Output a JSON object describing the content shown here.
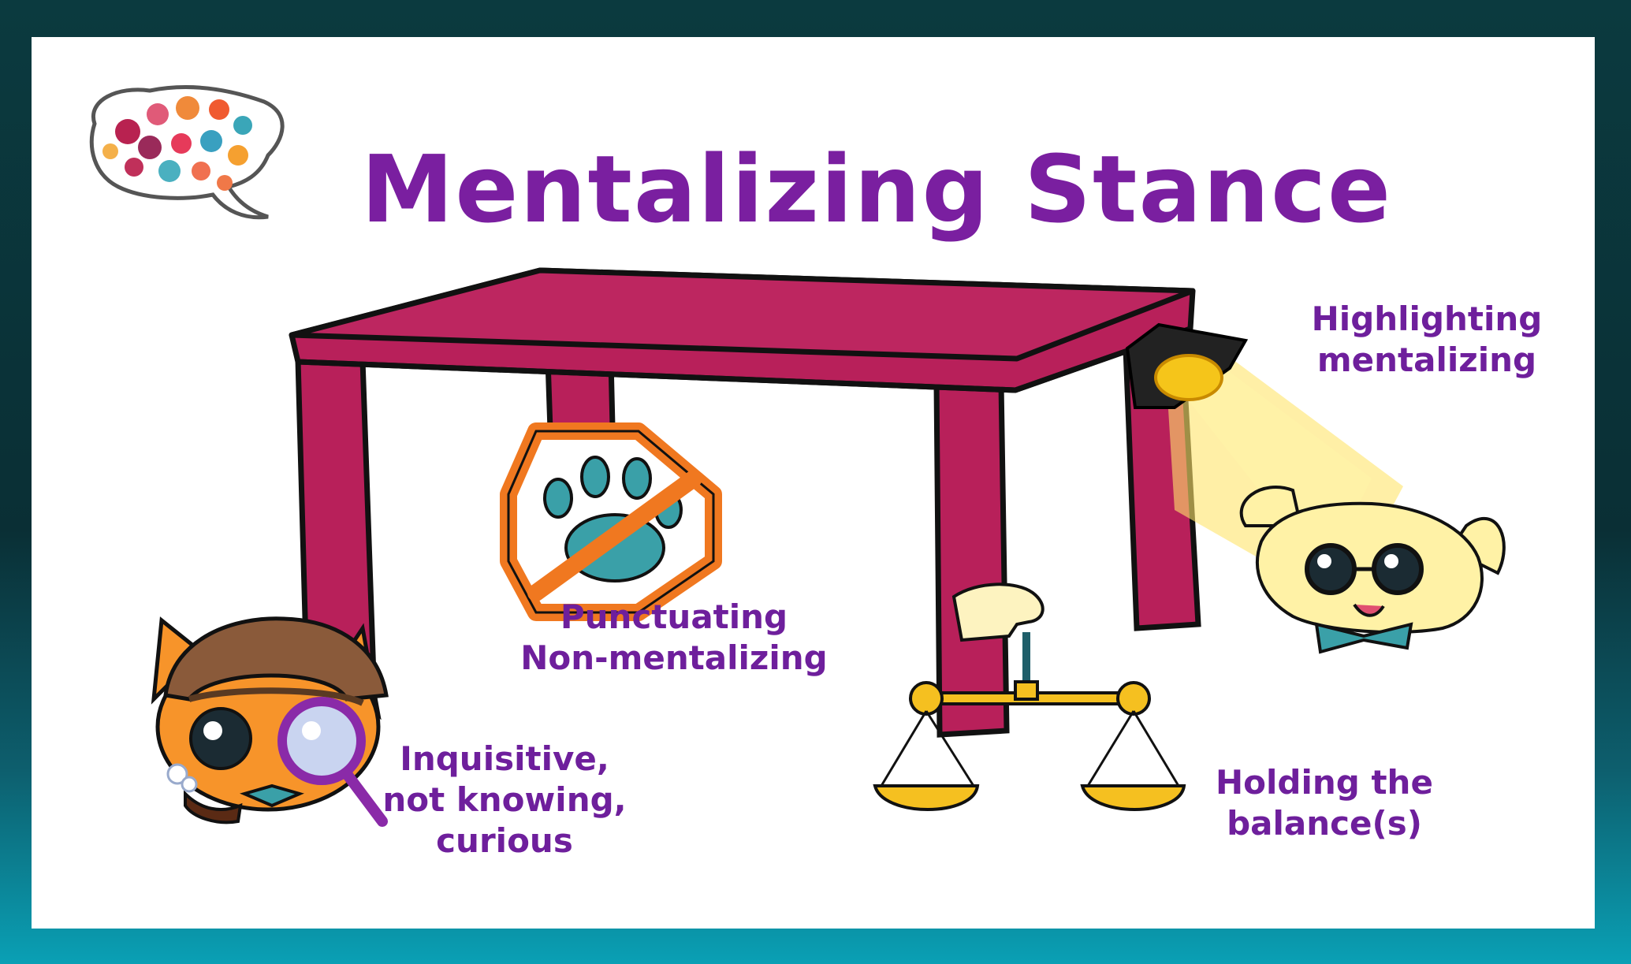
{
  "title": "Mentalizing Stance",
  "labels": {
    "highlighting": [
      "Highlighting",
      "mentalizing"
    ],
    "punctuating": [
      "Punctuating",
      "Non-mentalizing"
    ],
    "inquisitive": [
      "Inquisitive,",
      "not knowing,",
      "curious"
    ],
    "holding": [
      "Holding the",
      "balance(s)"
    ]
  },
  "icons": [
    "speech-bubbles-brain-icon",
    "table-illustration",
    "spotlight-icon",
    "no-paw-sign-icon",
    "detective-cat-illustration",
    "dog-with-glasses-illustration",
    "balance-scale-icon"
  ],
  "colors": {
    "title": "#7a1fa0",
    "table": "#b8205a",
    "sign": "#f07820",
    "paw": "#3aa0a8",
    "spotlight_beam": "#ffe46b",
    "scale": "#f5c020"
  }
}
